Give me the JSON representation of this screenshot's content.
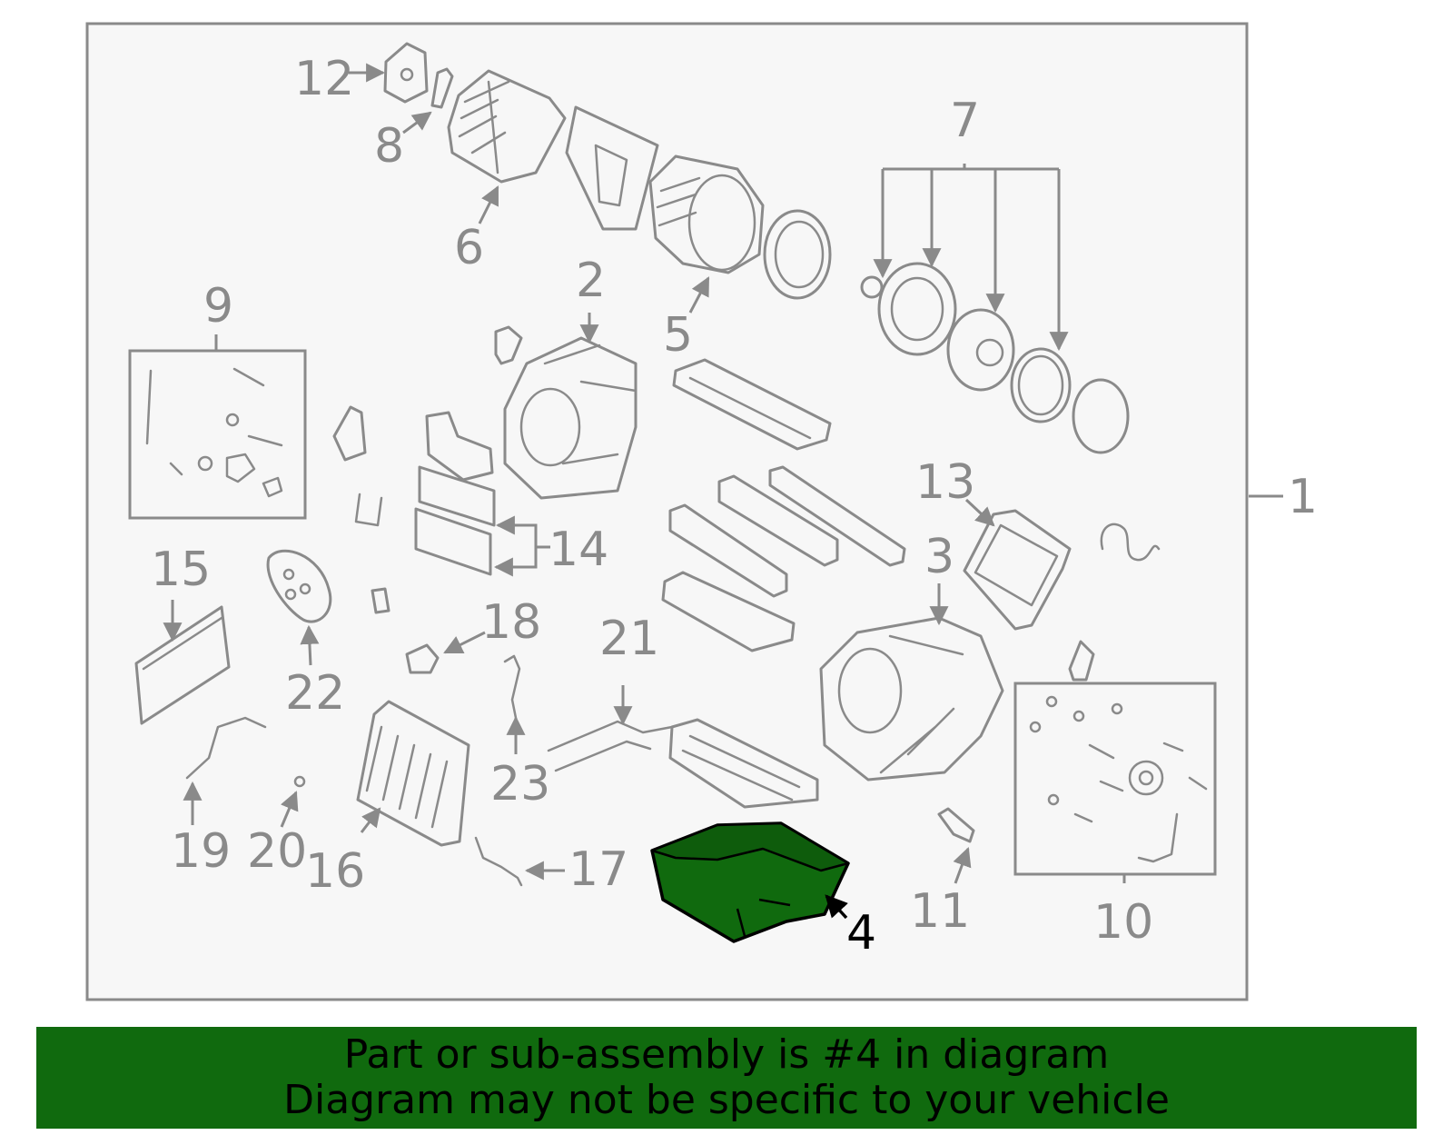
{
  "callouts": {
    "c1": "1",
    "c2": "2",
    "c3": "3",
    "c4": "4",
    "c5": "5",
    "c6": "6",
    "c7": "7",
    "c8": "8",
    "c9": "9",
    "c10": "10",
    "c11": "11",
    "c12": "12",
    "c13": "13",
    "c14": "14",
    "c15": "15",
    "c16": "16",
    "c17": "17",
    "c18": "18",
    "c19": "19",
    "c20": "20",
    "c21": "21",
    "c22": "22",
    "c23": "23"
  },
  "highlighted_part": "4",
  "colors": {
    "highlight": "#106a0e",
    "line": "#8a8a8a",
    "background": "#f7f7f7",
    "banner": "#106a0e"
  },
  "banner": {
    "line1": "Part or sub-assembly is #4 in diagram",
    "line2": "Diagram may not be specific to your vehicle"
  }
}
